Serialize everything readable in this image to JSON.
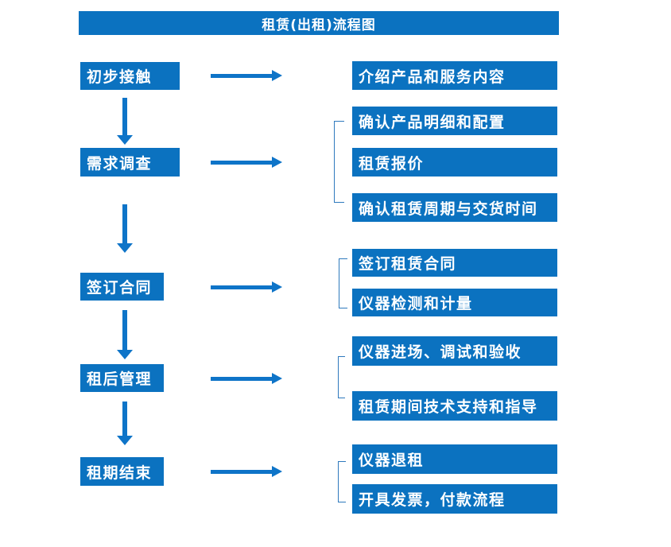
{
  "title": "租赁(出租)流程图",
  "steps": [
    {
      "label": "初步接触"
    },
    {
      "label": "需求调查"
    },
    {
      "label": "签订合同"
    },
    {
      "label": "租后管理"
    },
    {
      "label": "租期结束"
    }
  ],
  "details": [
    {
      "label": "介绍产品和服务内容"
    },
    {
      "label": "确认产品明细和配置"
    },
    {
      "label": "租赁报价"
    },
    {
      "label": "确认租赁周期与交货时间"
    },
    {
      "label": "签订租赁合同"
    },
    {
      "label": "仪器检测和计量"
    },
    {
      "label": "仪器进场、调试和验收"
    },
    {
      "label": "租赁期间技术支持和指导"
    },
    {
      "label": "仪器退租"
    },
    {
      "label": "开具发票，付款流程"
    }
  ],
  "colors": {
    "box_blue": "#0b72c0",
    "arrow_blue": "#0e74c8",
    "bracket_blue": "#2e79bd",
    "text": "#ffffff",
    "background": "#ffffff"
  }
}
